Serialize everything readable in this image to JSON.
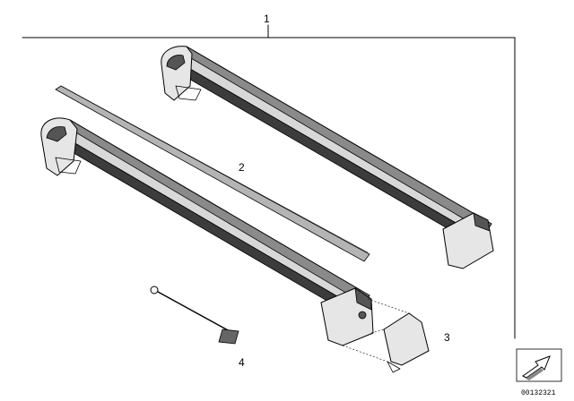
{
  "callouts": {
    "assembly": "1",
    "protective_strip": "2",
    "end_cap": "3",
    "key": "4"
  },
  "drawing_number": "00132321",
  "colors": {
    "ink": "#000000",
    "bar_shade": "#8a8a8a",
    "paper": "#ffffff"
  },
  "icons": {
    "direction": "arrow-icon"
  }
}
